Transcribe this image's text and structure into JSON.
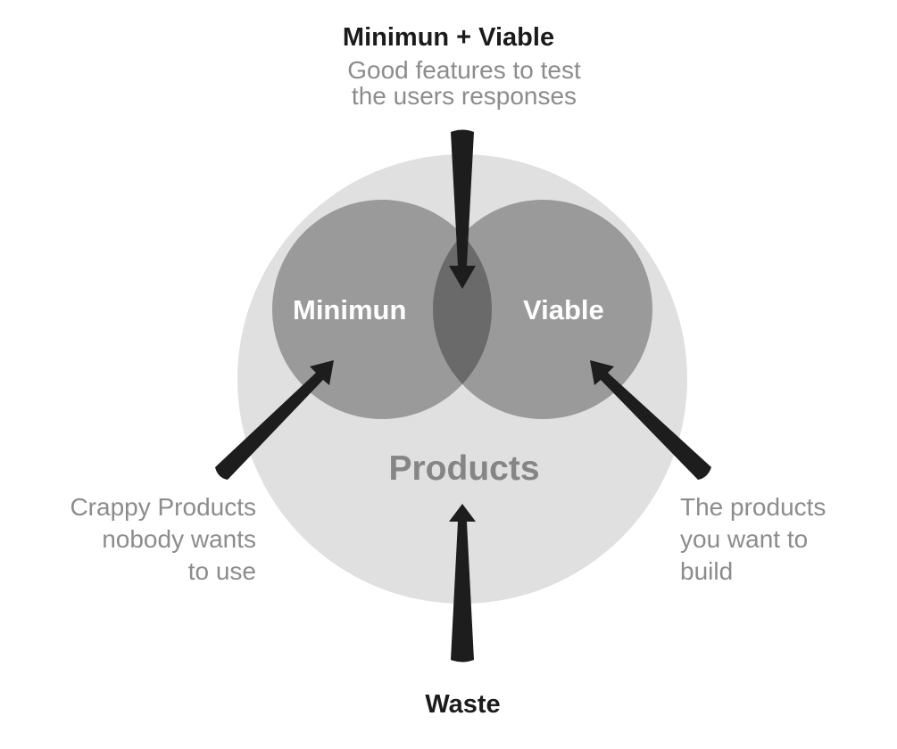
{
  "top": {
    "title": "Minimun + Viable",
    "description_lines": [
      "Good features to test",
      "the users responses"
    ]
  },
  "circles": {
    "minimum_label": "Minimun",
    "viable_label": "Viable",
    "products_label": "Products"
  },
  "left": {
    "description_lines": [
      "Crappy Products",
      "nobody wants",
      "to use"
    ]
  },
  "right": {
    "description_lines": [
      "The products",
      "you want to",
      "build"
    ]
  },
  "bottom": {
    "title": "Waste"
  },
  "colors": {
    "outer_circle": "#e0e0e0",
    "inner_circles": "#9a9a9a",
    "overlap": "#6a6a6a",
    "arrows": "#1d1d1d",
    "dark_text": "#1b1b1b",
    "gray_text": "#8c8c8c"
  }
}
